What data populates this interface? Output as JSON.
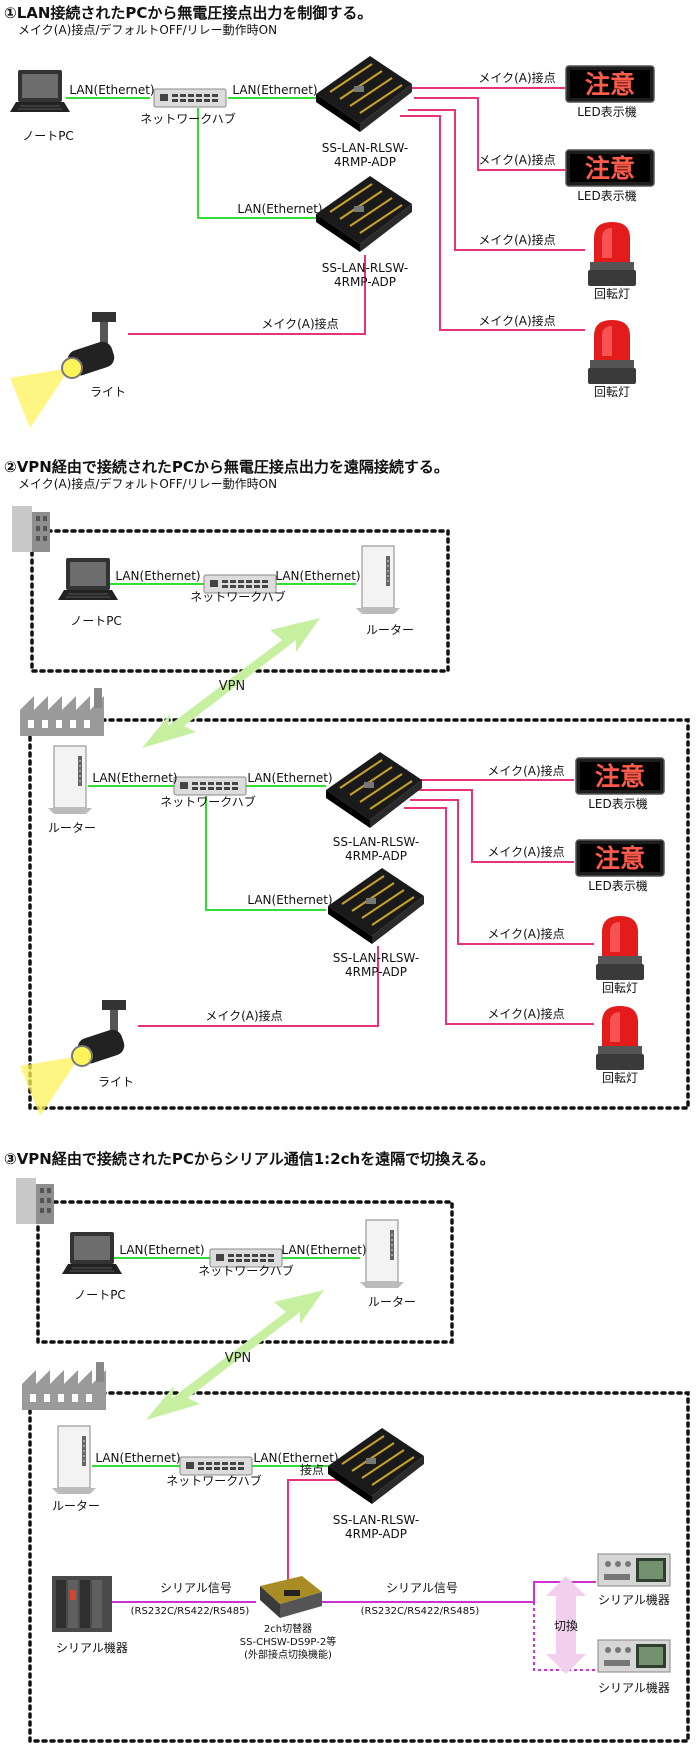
{
  "s1": {
    "title": "①LAN接続されたPCから無電圧接点出力を制御する。",
    "subtitle": "メイク(A)接点/デフォルトOFF/リレー動作時ON",
    "laptop": "ノートPC",
    "hub": "ネットワークハブ",
    "lan": "LAN(Ethernet)",
    "dev1": [
      "SS-LAN-RLSW-",
      "4RMP-ADP"
    ],
    "dev2": [
      "SS-LAN-RLSW-",
      "4RMP-ADP"
    ],
    "contact": "メイク(A)接点",
    "led_text": "注意",
    "led_label": "LED表示機",
    "lamp_label": "回転灯",
    "light_label": "ライト"
  },
  "s2": {
    "title": "②VPN経由で接続されたPCから無電圧接点出力を遠隔接続する。",
    "subtitle": "メイク(A)接点/デフォルトOFF/リレー動作時ON",
    "laptop": "ノートPC",
    "hub": "ネットワークハブ",
    "lan": "LAN(Ethernet)",
    "router": "ルーター",
    "vpn": "VPN",
    "dev1": [
      "SS-LAN-RLSW-",
      "4RMP-ADP"
    ],
    "dev2": [
      "SS-LAN-RLSW-",
      "4RMP-ADP"
    ],
    "contact": "メイク(A)接点",
    "led_text": "注意",
    "led_label": "LED表示機",
    "lamp_label": "回転灯",
    "light_label": "ライト"
  },
  "s3": {
    "title": "③VPN経由で接続されたPCからシリアル通信1:2chを遠隔で切換える。",
    "laptop": "ノートPC",
    "hub": "ネットワークハブ",
    "lan": "LAN(Ethernet)",
    "router": "ルーター",
    "vpn": "VPN",
    "dev": [
      "SS-LAN-RLSW-",
      "4RMP-ADP"
    ],
    "contact_short": "接点",
    "serial_signal": "シリアル信号",
    "serial_std": "(RS232C/RS422/RS485)",
    "serial_device": "シリアル機器",
    "switcher": [
      "2ch切替器",
      "SS-CHSW-DS9P-2等",
      "(外部接点切換機能)"
    ],
    "switch_label": "切換"
  },
  "colors": {
    "lan_line": "#33dd33",
    "contact_line": "#e8337a",
    "serial_line": "#cc33cc",
    "vpn_arrow": "#c6f0a0",
    "led_text": "#ff5a4a"
  }
}
